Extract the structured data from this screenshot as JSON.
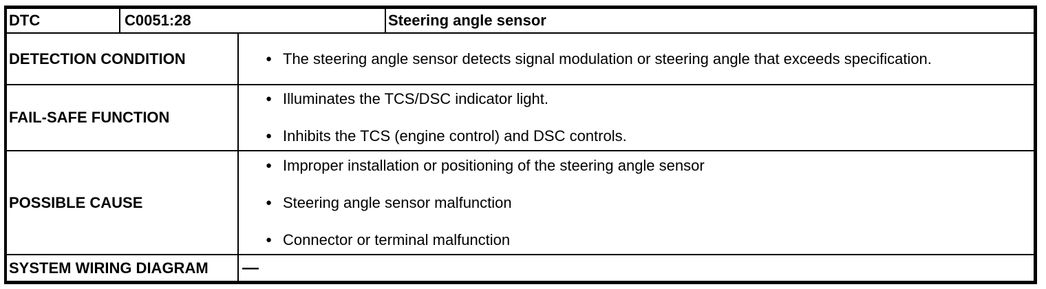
{
  "table": {
    "colors": {
      "border": "#000000",
      "background": "#ffffff",
      "text": "#000000"
    },
    "bullet_glyph": "●",
    "header": {
      "label": "DTC",
      "code": "C0051:28",
      "name": "Steering angle sensor"
    },
    "sections": [
      {
        "label": "DETECTION CONDITION",
        "items": [
          "The steering angle sensor detects signal modulation or steering angle that exceeds specification."
        ]
      },
      {
        "label": "FAIL-SAFE FUNCTION",
        "items": [
          "Illuminates the TCS/DSC indicator light.",
          "Inhibits the TCS (engine control) and DSC controls."
        ]
      },
      {
        "label": "POSSIBLE CAUSE",
        "items": [
          "Improper installation or positioning of the steering angle sensor",
          "Steering angle sensor malfunction",
          "Connector or terminal malfunction"
        ]
      }
    ],
    "wiring": {
      "label": "SYSTEM WIRING DIAGRAM",
      "value": "—"
    }
  }
}
